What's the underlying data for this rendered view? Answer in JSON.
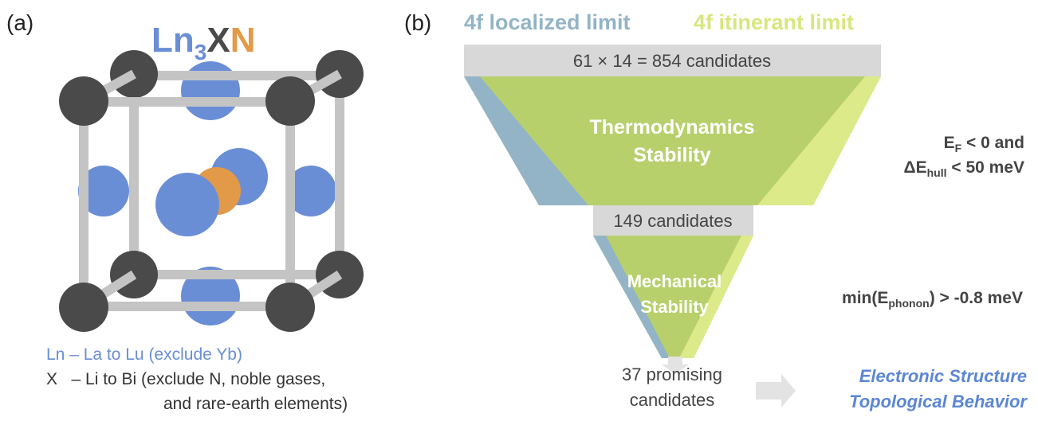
{
  "panel_a": {
    "label": "(a)",
    "formula": {
      "ln": "Ln",
      "sub": "3",
      "x": "X",
      "n": "N"
    },
    "legend_ln": "Ln – La to Lu (exclude Yb)",
    "legend_x_line1": "X   – Li to Bi (exclude N, noble gases,",
    "legend_x_line2": "and rare-earth elements)",
    "colors": {
      "ln": "#6a8ed6",
      "x": "#4a4a4a",
      "n": "#e29a48",
      "frame": "#c4c4c4"
    }
  },
  "panel_b": {
    "label": "(b)",
    "localized_label": "4f localized limit",
    "itinerant_label": "4f itinerant limit",
    "total_candidates": "61 × 14 = 854 candidates",
    "stage1_title_line1": "Thermodynamics",
    "stage1_title_line2": "Stability",
    "stage1_criteria": {
      "ef_main": "E",
      "ef_sub": "F",
      "ef_rest": " < 0 and",
      "hull_main": "ΔE",
      "hull_sub": "hull",
      "hull_rest": " < 50 meV"
    },
    "stage1_count": "149 candidates",
    "stage2_title_line1": "Mechanical",
    "stage2_title_line2": "Stability",
    "stage2_criteria": {
      "pre": "min(E",
      "sub": "phonon",
      "post": ") > -0.8 meV"
    },
    "final_line1": "37 promising",
    "final_line2": "candidates",
    "next_line1": "Electronic Structure",
    "next_line2": "Topological Behavior",
    "colors": {
      "localized": "#93b4c6",
      "itinerant": "#dcea8a",
      "green": "#b7d06c",
      "bar": "#d8d8d8",
      "arrow": "#e3e3e3"
    }
  }
}
